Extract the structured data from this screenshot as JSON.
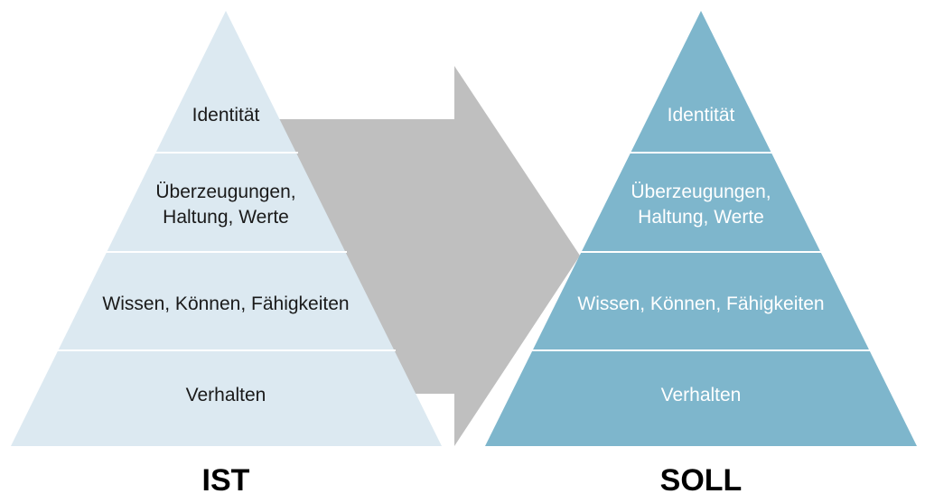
{
  "diagram": {
    "ist": {
      "caption": "IST",
      "fill": "#dce9f1",
      "text_color": "#1a1a1a",
      "tiers": {
        "top": "Identität",
        "second_line1": "Überzeugungen,",
        "second_line2": "Haltung, Werte",
        "third": "Wissen, Können, Fähigkeiten",
        "bottom": "Verhalten"
      }
    },
    "soll": {
      "caption": "SOLL",
      "fill": "#7eb6cc",
      "text_color": "#ffffff",
      "tiers": {
        "top": "Identität",
        "second_line1": "Überzeugungen,",
        "second_line2": "Haltung, Werte",
        "third": "Wissen, Können, Fähigkeiten",
        "bottom": "Verhalten"
      }
    },
    "arrow": {
      "fill": "#bfbfbf",
      "direction": "right"
    },
    "separator_color": "#ffffff"
  }
}
